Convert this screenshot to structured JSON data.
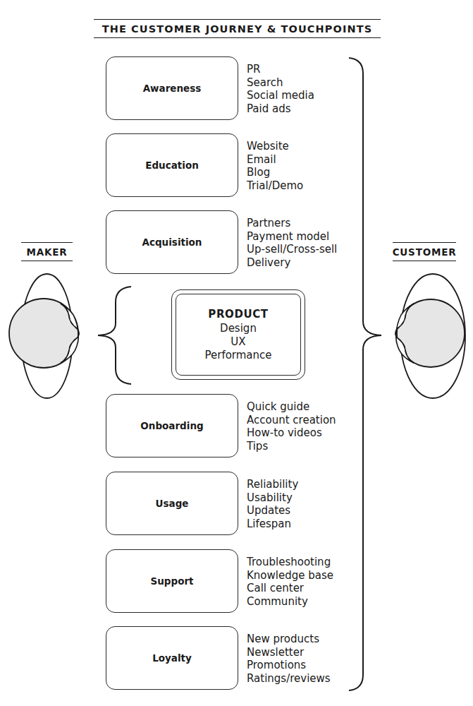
{
  "diagram": {
    "title": "THE CUSTOMER JOURNEY & TOUCHPOINTS",
    "nodes": [
      {
        "text": [
          "Awareness"
        ]
      },
      {
        "text": [
          "Education"
        ]
      },
      {
        "text": [
          "Acquisition"
        ]
      },
      {
        "text": [
          "PRODUCT",
          "Design",
          "UX",
          "Performance"
        ]
      },
      {
        "text": [
          "Onboarding"
        ]
      },
      {
        "text": [
          "Usage"
        ]
      },
      {
        "text": [
          "Support"
        ]
      },
      {
        "text": [
          "Loyalty"
        ]
      }
    ],
    "labels": [
      "MAKER",
      "CUSTOMER",
      "PR",
      "Search",
      "Social media",
      "Paid ads",
      "Website",
      "Email",
      "Blog",
      "Trial/Demo",
      "Partners",
      "Payment model",
      "Up-sell/Cross-sell",
      "Delivery",
      "Quick guide",
      "Account creation",
      "How-to videos",
      "Tips",
      "Reliability",
      "Usability",
      "Updates",
      "Lifespan",
      "Troubleshooting",
      "Knowledge base",
      "Call center",
      "Community",
      "New products",
      "Newsletter",
      "Promotions",
      "Ratings/reviews"
    ]
  }
}
